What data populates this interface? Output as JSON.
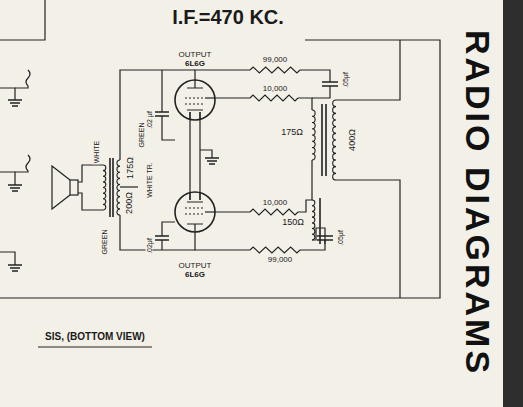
{
  "diagram": {
    "title": "RADIO DIAGRAMS",
    "labels": [
      "I.F.=470 KC.",
      "OUTPUT",
      "6L6G",
      "99,000",
      "10,000",
      ".05μf",
      "175Ω",
      "400Ω",
      "WHITE",
      ".02 μf",
      "GREEN",
      "175Ω",
      "WHITE TR.",
      "200Ω",
      "GREEN",
      ".02μf",
      "10,000",
      "150Ω",
      "99,000",
      ".05μf",
      "OUTPUT",
      "6L6G",
      "SIS, (BOTTOM VIEW)"
    ]
  }
}
